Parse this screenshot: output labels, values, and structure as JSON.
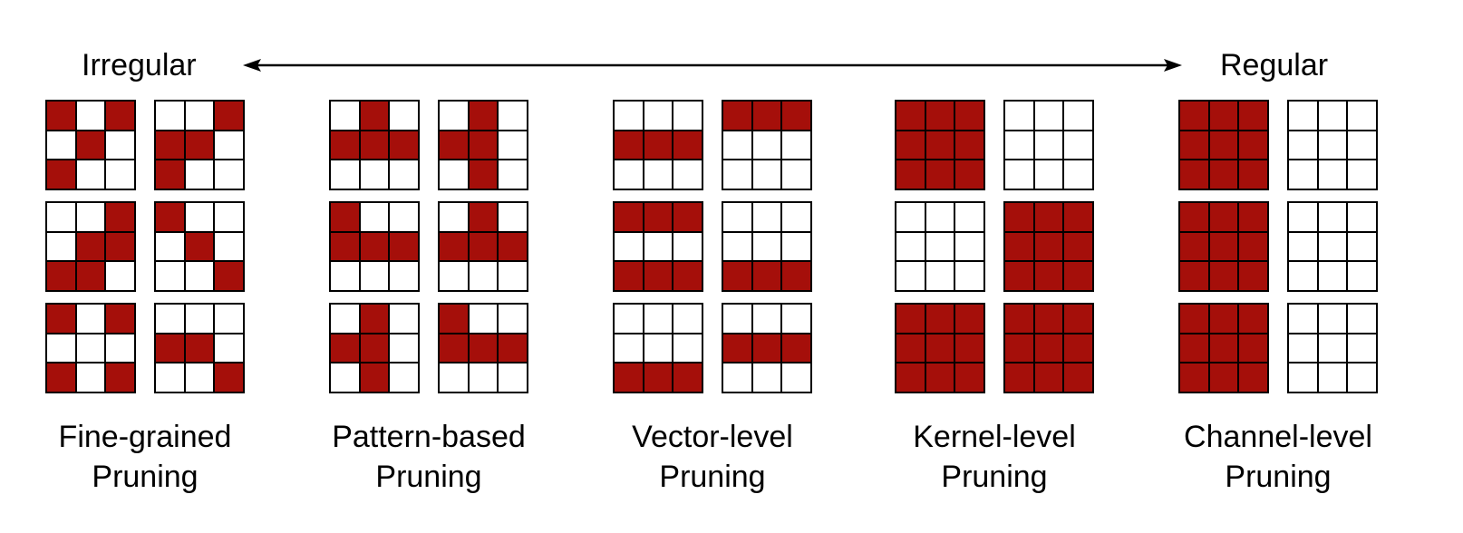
{
  "spectrum": {
    "left_label": "Irregular",
    "right_label": "Regular"
  },
  "colors": {
    "pruned_cell": "#a50f0a",
    "kept_cell": "#ffffff",
    "grid_line": "#000000"
  },
  "groups": [
    {
      "id": "fine-grained",
      "caption_line1": "Fine-grained",
      "caption_line2": "Pruning",
      "matrices": [
        [
          [
            1,
            0,
            1
          ],
          [
            0,
            1,
            0
          ],
          [
            1,
            0,
            0
          ]
        ],
        [
          [
            0,
            0,
            1
          ],
          [
            1,
            1,
            0
          ],
          [
            1,
            0,
            0
          ]
        ],
        [
          [
            0,
            0,
            1
          ],
          [
            0,
            1,
            1
          ],
          [
            1,
            1,
            0
          ]
        ],
        [
          [
            1,
            0,
            0
          ],
          [
            0,
            1,
            0
          ],
          [
            0,
            0,
            1
          ]
        ],
        [
          [
            1,
            0,
            1
          ],
          [
            0,
            0,
            0
          ],
          [
            1,
            0,
            1
          ]
        ],
        [
          [
            0,
            0,
            0
          ],
          [
            1,
            1,
            0
          ],
          [
            0,
            0,
            1
          ]
        ]
      ]
    },
    {
      "id": "pattern-based",
      "caption_line1": "Pattern-based",
      "caption_line2": "Pruning",
      "matrices": [
        [
          [
            0,
            1,
            0
          ],
          [
            1,
            1,
            1
          ],
          [
            0,
            0,
            0
          ]
        ],
        [
          [
            0,
            1,
            0
          ],
          [
            1,
            1,
            0
          ],
          [
            0,
            1,
            0
          ]
        ],
        [
          [
            1,
            0,
            0
          ],
          [
            1,
            1,
            1
          ],
          [
            0,
            0,
            0
          ]
        ],
        [
          [
            0,
            1,
            0
          ],
          [
            1,
            1,
            1
          ],
          [
            0,
            0,
            0
          ]
        ],
        [
          [
            0,
            1,
            0
          ],
          [
            1,
            1,
            0
          ],
          [
            0,
            1,
            0
          ]
        ],
        [
          [
            1,
            0,
            0
          ],
          [
            1,
            1,
            1
          ],
          [
            0,
            0,
            0
          ]
        ]
      ]
    },
    {
      "id": "vector-level",
      "caption_line1": "Vector-level",
      "caption_line2": "Pruning",
      "matrices": [
        [
          [
            0,
            0,
            0
          ],
          [
            1,
            1,
            1
          ],
          [
            0,
            0,
            0
          ]
        ],
        [
          [
            1,
            1,
            1
          ],
          [
            0,
            0,
            0
          ],
          [
            0,
            0,
            0
          ]
        ],
        [
          [
            1,
            1,
            1
          ],
          [
            0,
            0,
            0
          ],
          [
            1,
            1,
            1
          ]
        ],
        [
          [
            0,
            0,
            0
          ],
          [
            0,
            0,
            0
          ],
          [
            1,
            1,
            1
          ]
        ],
        [
          [
            0,
            0,
            0
          ],
          [
            0,
            0,
            0
          ],
          [
            1,
            1,
            1
          ]
        ],
        [
          [
            0,
            0,
            0
          ],
          [
            1,
            1,
            1
          ],
          [
            0,
            0,
            0
          ]
        ]
      ]
    },
    {
      "id": "kernel-level",
      "caption_line1": "Kernel-level",
      "caption_line2": "Pruning",
      "matrices": [
        [
          [
            1,
            1,
            1
          ],
          [
            1,
            1,
            1
          ],
          [
            1,
            1,
            1
          ]
        ],
        [
          [
            0,
            0,
            0
          ],
          [
            0,
            0,
            0
          ],
          [
            0,
            0,
            0
          ]
        ],
        [
          [
            0,
            0,
            0
          ],
          [
            0,
            0,
            0
          ],
          [
            0,
            0,
            0
          ]
        ],
        [
          [
            1,
            1,
            1
          ],
          [
            1,
            1,
            1
          ],
          [
            1,
            1,
            1
          ]
        ],
        [
          [
            1,
            1,
            1
          ],
          [
            1,
            1,
            1
          ],
          [
            1,
            1,
            1
          ]
        ],
        [
          [
            1,
            1,
            1
          ],
          [
            1,
            1,
            1
          ],
          [
            1,
            1,
            1
          ]
        ]
      ]
    },
    {
      "id": "channel-level",
      "caption_line1": "Channel-level",
      "caption_line2": "Pruning",
      "matrices": [
        [
          [
            1,
            1,
            1
          ],
          [
            1,
            1,
            1
          ],
          [
            1,
            1,
            1
          ]
        ],
        [
          [
            0,
            0,
            0
          ],
          [
            0,
            0,
            0
          ],
          [
            0,
            0,
            0
          ]
        ],
        [
          [
            1,
            1,
            1
          ],
          [
            1,
            1,
            1
          ],
          [
            1,
            1,
            1
          ]
        ],
        [
          [
            0,
            0,
            0
          ],
          [
            0,
            0,
            0
          ],
          [
            0,
            0,
            0
          ]
        ],
        [
          [
            1,
            1,
            1
          ],
          [
            1,
            1,
            1
          ],
          [
            1,
            1,
            1
          ]
        ],
        [
          [
            0,
            0,
            0
          ],
          [
            0,
            0,
            0
          ],
          [
            0,
            0,
            0
          ]
        ]
      ]
    }
  ]
}
